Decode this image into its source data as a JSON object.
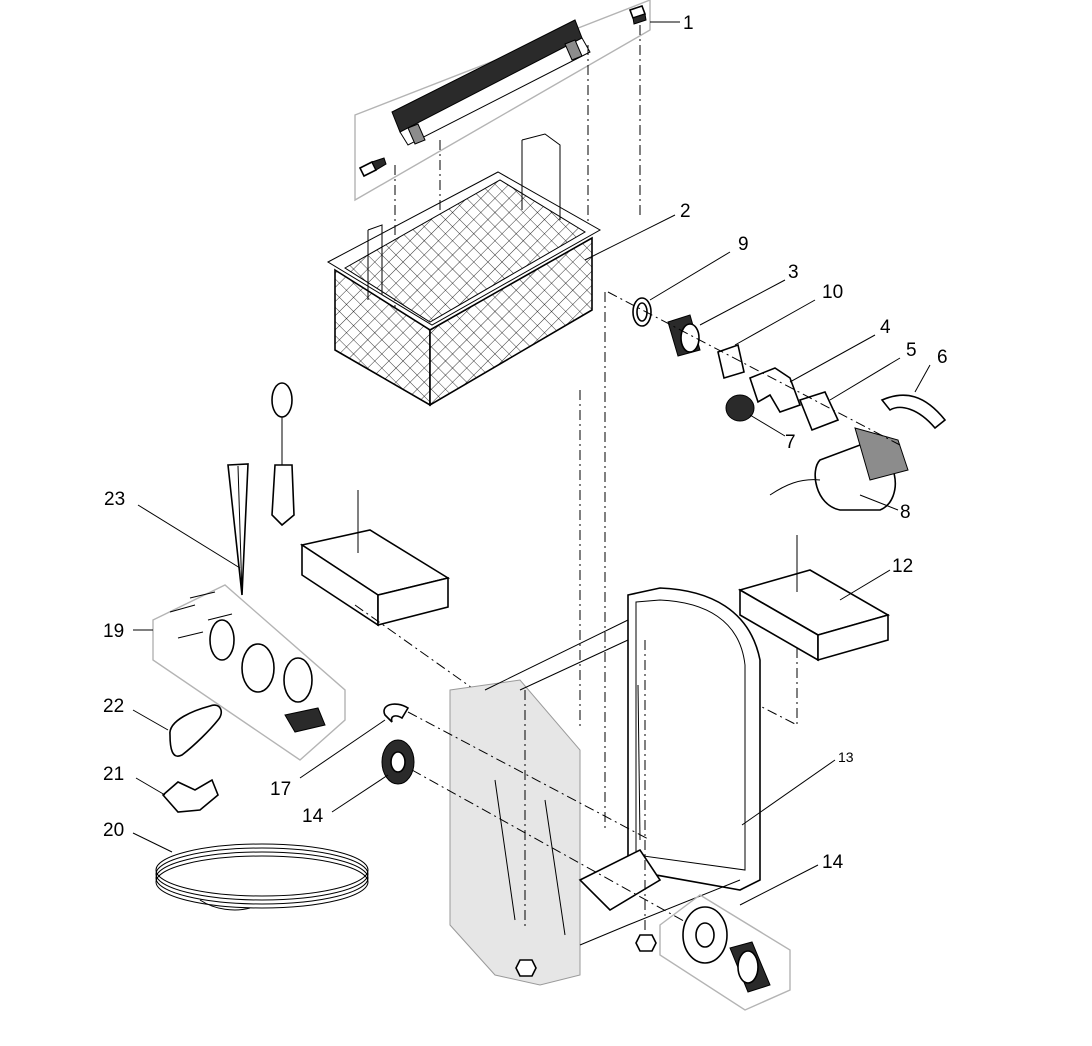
{
  "callouts": {
    "c1": "1",
    "c2": "2",
    "c3": "3",
    "c4": "4",
    "c5": "5",
    "c6": "6",
    "c7": "7",
    "c8": "8",
    "c9": "9",
    "c10": "10",
    "c12": "12",
    "c13": "13",
    "c14a": "14",
    "c14b": "14",
    "c17": "17",
    "c19": "19",
    "c20": "20",
    "c21": "21",
    "c22": "22",
    "c23": "23"
  }
}
